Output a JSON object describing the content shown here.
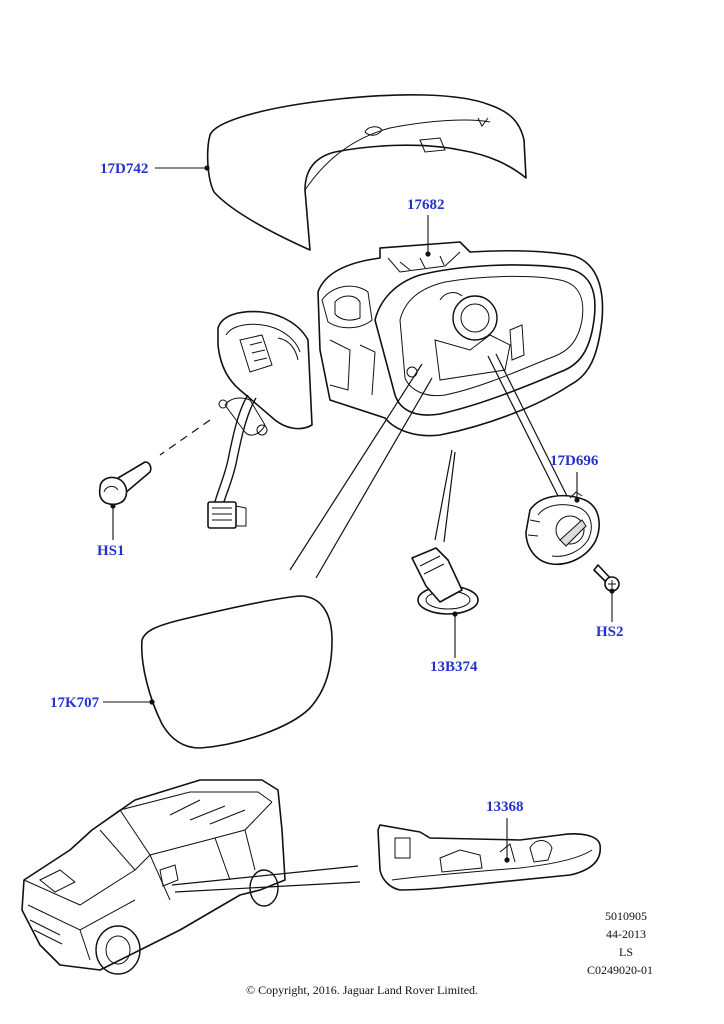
{
  "callouts": {
    "cover": "17D742",
    "mirror_housing": "17682",
    "motor": "17D696",
    "bolt_hs1": "HS1",
    "screw_hs2": "HS2",
    "puddle_lamp": "13B374",
    "glass": "17K707",
    "indicator": "13368"
  },
  "reference": {
    "line1": "5010905",
    "line2": "44-2013",
    "line3": "LS",
    "line4": "C0249020-01"
  },
  "copyright": "© Copyright, 2016. Jaguar Land Rover Limited.",
  "colors": {
    "callout": "#2233cc",
    "line": "#111111",
    "background": "#ffffff"
  }
}
